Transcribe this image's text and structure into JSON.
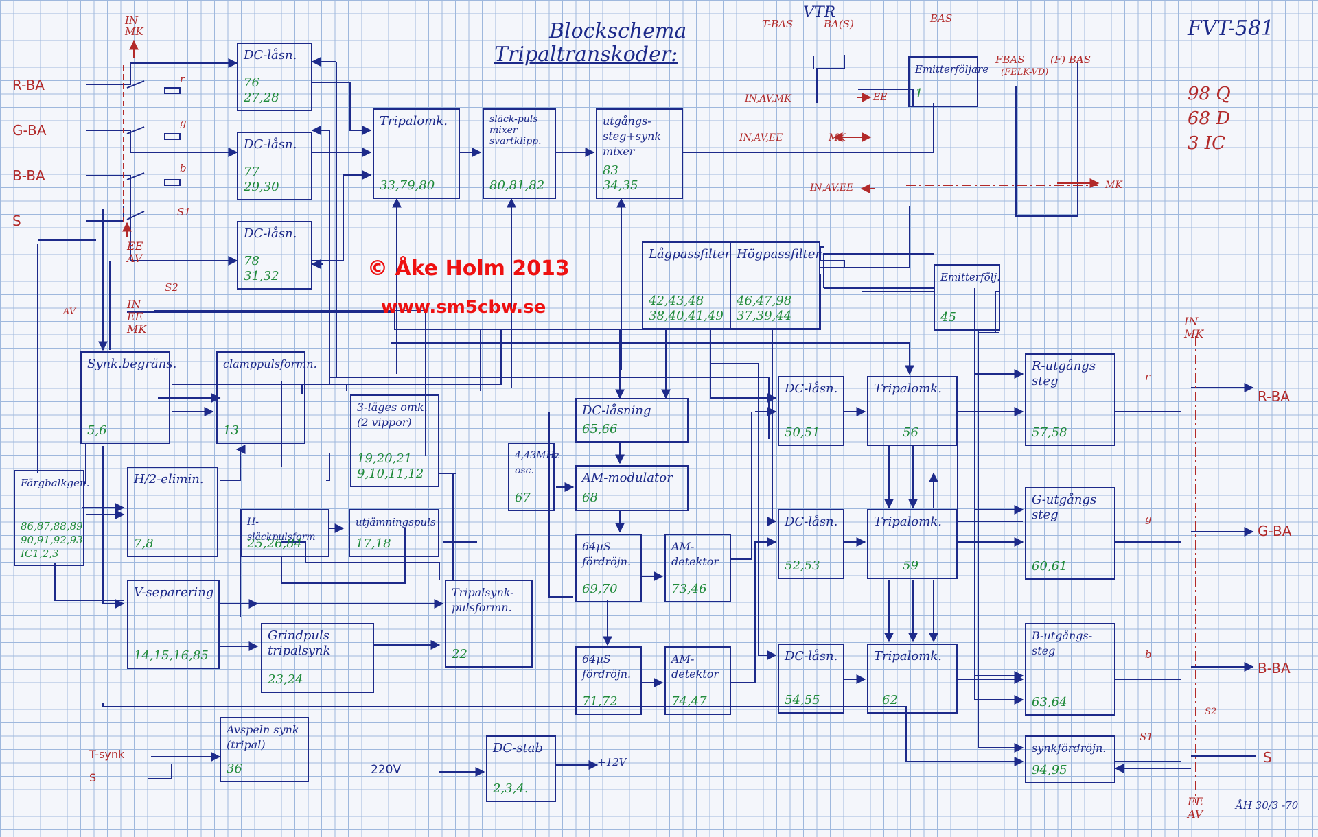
{
  "header": {
    "title": "Blockschema",
    "subtitle": "Tripaltranskoder:",
    "model": "FVT-581",
    "parts": [
      "98 Q",
      "68 D",
      "3 IC"
    ],
    "vtr": "VTR",
    "signature": "ÅH 30/3 -70"
  },
  "watermark": {
    "line1": "© Åke Holm 2013",
    "line2": "www.sm5cbw.se"
  },
  "inputs": {
    "r": "R-BA",
    "g": "G-BA",
    "b": "B-BA",
    "s": "S",
    "tsync": "T-synk",
    "s2in": "S",
    "mains": "220V"
  },
  "outputs": {
    "r": "R-BA",
    "g": "G-BA",
    "b": "B-BA",
    "s": "S"
  },
  "switch_labels": {
    "in_mk_top": "IN MK",
    "ee_av_left": "EE AV",
    "in_ee_mk": "IN EE MK",
    "av": "AV",
    "r": "r",
    "g": "g",
    "b": "b",
    "s1": "S1",
    "s2": "S2",
    "in_mk_right": "IN MK",
    "ee_av_right": "EE AV",
    "r_out": "r",
    "g_out": "g",
    "b_out": "b",
    "s1_out": "S1",
    "s2_out": "S2",
    "t_bas": "T-BAS",
    "ba_s": "BA(S)",
    "bas": "BAS",
    "fbas": "FBAS",
    "f_bas": "(F) BAS",
    "felk_vd": "(FELK-VD)",
    "in_av_mk": "IN,AV,MK",
    "ee1": "EE",
    "in_av_ee": "IN,AV,EE",
    "mk1": "MK",
    "in_av_ee2": "IN,AV,EE",
    "mk2": "MK",
    "plus12": "+12V"
  },
  "blocks": [
    {
      "id": "dc76",
      "label": "DC-låsn.",
      "nums": "76\n27,28"
    },
    {
      "id": "dc77",
      "label": "DC-låsn.",
      "nums": "77\n29,30"
    },
    {
      "id": "dc78",
      "label": "DC-låsn.",
      "nums": "78\n31,32"
    },
    {
      "id": "trip1",
      "label": "Tripalomk.",
      "nums": "33,79,80"
    },
    {
      "id": "slack",
      "label": "släck-puls mixer svartklipp.",
      "nums": "80,81,82"
    },
    {
      "id": "utg",
      "label": "utgångs-steg+synk mixer",
      "nums": "83\n34,35"
    },
    {
      "id": "emit1",
      "label": "Emitterföljare",
      "nums": "1"
    },
    {
      "id": "lp",
      "label": "Lågpassfilter",
      "nums": "42,43,48\n38,40,41,49"
    },
    {
      "id": "hp",
      "label": "Högpassfilter",
      "nums": "46,47,98\n37,39,44"
    },
    {
      "id": "emit2",
      "label": "Emitterfölj.",
      "nums": "45"
    },
    {
      "id": "synkbeg",
      "label": "Synk.begräns.",
      "nums": "5,6"
    },
    {
      "id": "clamp",
      "label": "clamppulsformn.",
      "nums": "13"
    },
    {
      "id": "slage",
      "label": "3-läges omk. (2 vippor)",
      "nums": "19,20,21\n9,10,11,12"
    },
    {
      "id": "fargb",
      "label": "Färgbalkgen.",
      "nums": "86,87,88,89\n90,91,92,93\nIC1,2,3"
    },
    {
      "id": "h2",
      "label": "H/2-elimin.",
      "nums": "7,8"
    },
    {
      "id": "hslack",
      "label": "H-släckpulsform",
      "nums": "25,26,84"
    },
    {
      "id": "utjamn",
      "label": "utjämningspuls",
      "nums": "17,18"
    },
    {
      "id": "vsep",
      "label": "V-separering",
      "nums": "14,15,16,85"
    },
    {
      "id": "grind",
      "label": "Grindpuls tripalsynk",
      "nums": "23,24"
    },
    {
      "id": "tripsynk",
      "label": "Tripalsynk-pulsformn.",
      "nums": "22"
    },
    {
      "id": "avspeln",
      "label": "Avspeln synk (tripal)",
      "nums": "36"
    },
    {
      "id": "dcstab",
      "label": "DC-stab",
      "nums": "2,3,4."
    },
    {
      "id": "dclasning",
      "label": "DC-låsning",
      "nums": "65,66"
    },
    {
      "id": "osc",
      "label": "4,43MHz osc.",
      "nums": "67"
    },
    {
      "id": "ammod",
      "label": "AM-modulator",
      "nums": "68"
    },
    {
      "id": "ford1",
      "label": "64µS fördröjn.",
      "nums": "69,70"
    },
    {
      "id": "amdet1",
      "label": "AM-detektor",
      "nums": "73,46"
    },
    {
      "id": "ford2",
      "label": "64µS fördröjn.",
      "nums": "71,72"
    },
    {
      "id": "amdet2",
      "label": "AM-detektor",
      "nums": "74,47"
    },
    {
      "id": "dc50",
      "label": "DC-låsn.",
      "nums": "50,51"
    },
    {
      "id": "dc52",
      "label": "DC-låsn.",
      "nums": "52,53"
    },
    {
      "id": "dc54",
      "label": "DC-låsn.",
      "nums": "54,55"
    },
    {
      "id": "trip56",
      "label": "Tripalomk.",
      "nums": "56"
    },
    {
      "id": "trip59",
      "label": "Tripalomk.",
      "nums": "59"
    },
    {
      "id": "trip62",
      "label": "Tripalomk.",
      "nums": "62"
    },
    {
      "id": "rutg",
      "label": "R-utgångs steg",
      "nums": "57,58"
    },
    {
      "id": "gutg",
      "label": "G-utgångs steg",
      "nums": "60,61"
    },
    {
      "id": "butg",
      "label": "B-utgångs-steg",
      "nums": "63,64"
    },
    {
      "id": "synkford",
      "label": "synkfördröjn.",
      "nums": "94,95"
    }
  ]
}
